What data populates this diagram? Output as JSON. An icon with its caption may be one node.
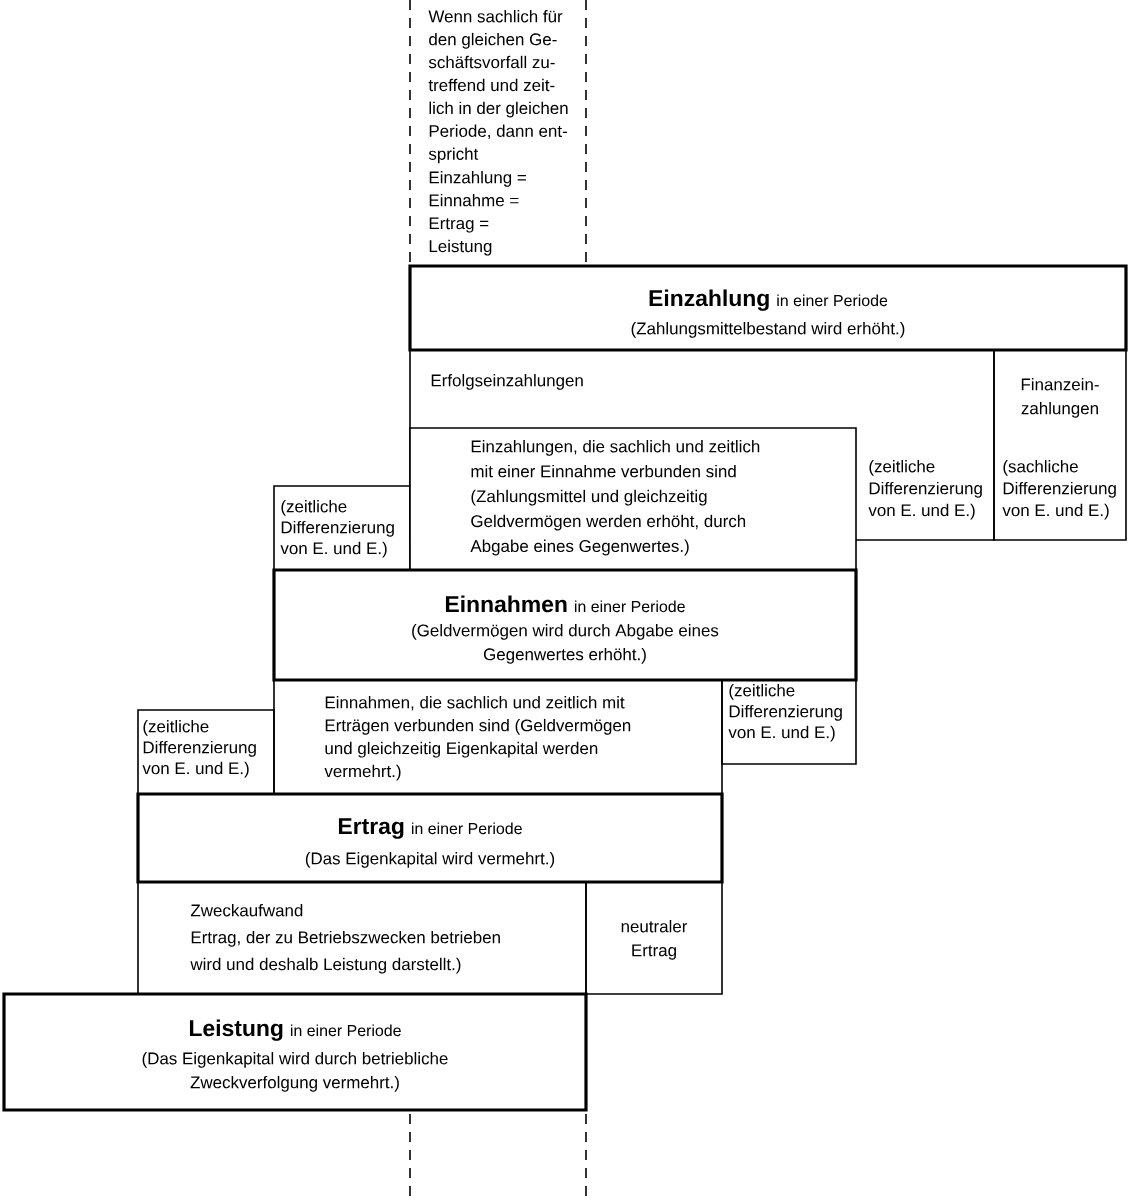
{
  "diagram": {
    "nodes": [
      {
        "text": [
          "Einzahlung",
          "in einer Periode",
          "(Zahlungsmittelbestand wird erhöht.)"
        ]
      },
      {
        "text": [
          "Erfolgseinzahlungen"
        ]
      },
      {
        "text": [
          "Finanzein-zahlungen",
          "(sachliche Differenzierung von E. und E.)"
        ]
      },
      {
        "text": [
          "(zeitliche Differenzierung von E. und E.)"
        ]
      },
      {
        "text": [
          "Einzahlungen, die sachlich und zeitlich mit einer Einnahme verbunden sind (Zahlungsmittel und gleichzeitig Geldvermögen werden erhöht, durch Abgabe eines Gegenwertes.)"
        ]
      },
      {
        "text": [
          "(zeitliche Differenzierung von E. und E.)"
        ],
        "in": 1
      },
      {
        "text": [
          "Einnahmen",
          "in einer Periode",
          "(Geldvermögen wird durch Abgabe eines Gegenwertes erhöht.)"
        ]
      },
      {
        "text": [
          "(zeitliche Differenzierung von E. und E.)"
        ]
      },
      {
        "text": [
          "Einnahmen, die sachlich und zeitlich mit Erträgen verbunden sind (Geldvermögen und gleichzeitig Eigenkapital werden vermehrt.)"
        ]
      },
      {
        "text": [
          "(zeitliche Differenzierung von E. und E.)"
        ]
      },
      {
        "text": [
          "Ertrag",
          "in einer Periode",
          "(Das Eigenkapital wird vermehrt.)"
        ]
      },
      {
        "text": [
          "Zweckaufwand",
          "Ertrag, der zu Betriebszwecken betrieben wird und deshalb Leistung darstellt.)"
        ]
      },
      {
        "text": [
          "neutraler Ertrag"
        ]
      },
      {
        "text": [
          "Leistung",
          "in einer Periode",
          "(Das Eigenkapital wird durch betriebliche Zweckverfolgung vermehrt.)"
        ]
      }
    ],
    "labels": [
      "Wenn sachlich für den gleichen Ge-schäftsvorfall zu-treffend und zeit-lich in der gleichen Periode, dann ent-spricht",
      "Einzahlung = Einnahme = Ertrag = Leistung"
    ]
  }
}
